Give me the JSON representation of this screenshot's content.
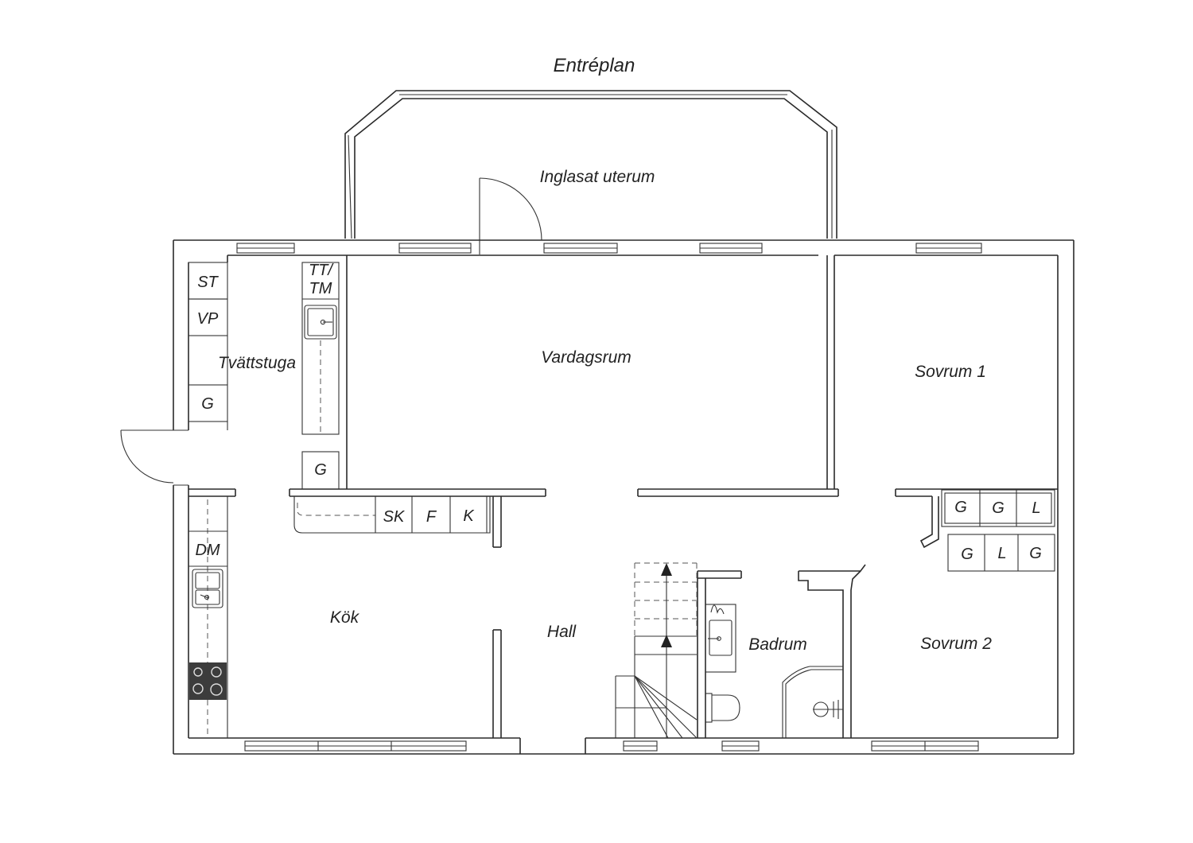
{
  "plan": {
    "title": "Entréplan",
    "rooms": {
      "uterum": "Inglasat uterum",
      "vardagsrum": "Vardagsrum",
      "sovrum1": "Sovrum 1",
      "sovrum2": "Sovrum 2",
      "tvattstuga": "Tvättstuga",
      "kok": "Kök",
      "hall": "Hall",
      "badrum": "Badrum"
    },
    "fixtures": {
      "st": "ST",
      "vp": "VP",
      "g_tvatt": "G",
      "tt_line1": "TT/",
      "tt_line2": "TM",
      "g_hall": "G",
      "sk": "SK",
      "f": "F",
      "k": "K",
      "dm": "DM",
      "wardrobe_top": [
        "G",
        "G",
        "L"
      ],
      "wardrobe_bottom": [
        "G",
        "L",
        "G"
      ]
    }
  }
}
